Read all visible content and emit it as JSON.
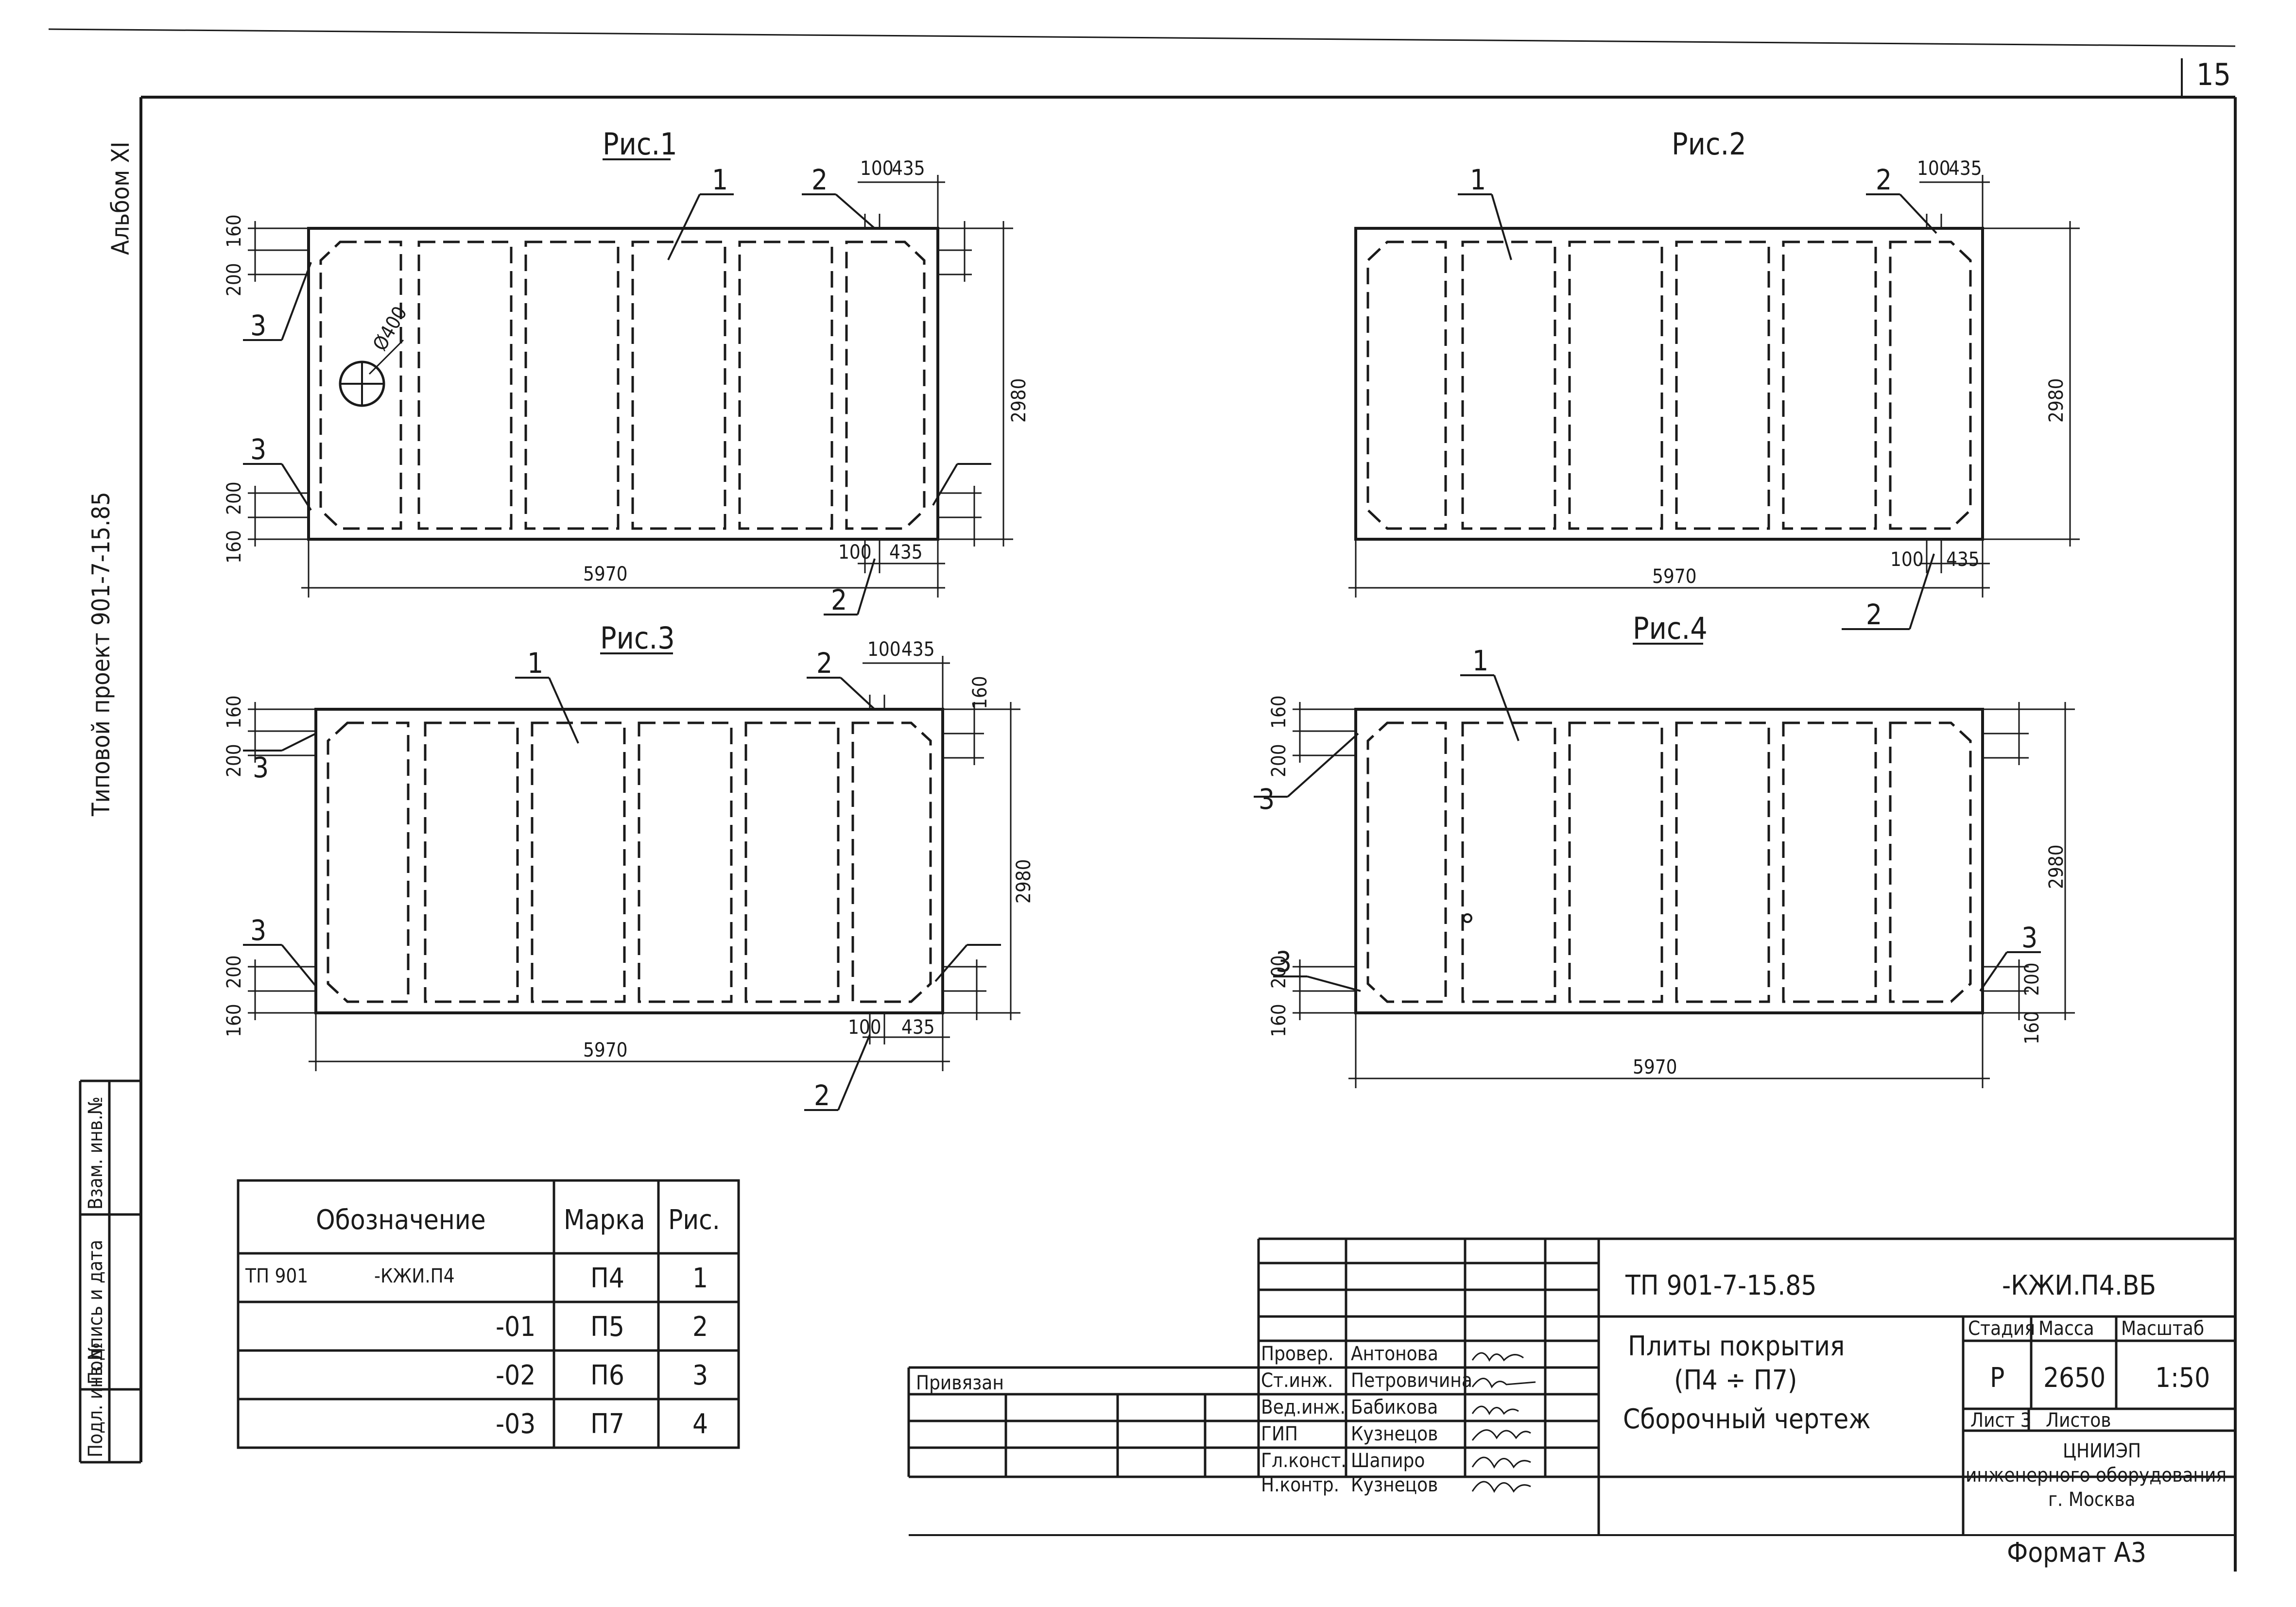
{
  "sheet": {
    "page_number": "15"
  },
  "side_labels": {
    "album": "Альбом XI",
    "project": "Типовой проект 901-7-15.85",
    "cols": [
      "Взам. инв.№",
      "Подпись и дата",
      "Подл. инв.№"
    ]
  },
  "figures": [
    {
      "title": "Рис.1",
      "callouts": [
        "1",
        "2",
        "3",
        "3",
        "2"
      ],
      "dims": {
        "width": "5970",
        "height": "2980",
        "hole": "Ø400",
        "a": "100",
        "b": "435",
        "c": "160",
        "d": "200"
      }
    },
    {
      "title": "Рис.2",
      "callouts": [
        "1",
        "2",
        "2"
      ],
      "dims": {
        "width": "5970",
        "height": "2980",
        "a": "100",
        "b": "435"
      }
    },
    {
      "title": "Рис.3",
      "callouts": [
        "1",
        "2",
        "3",
        "3",
        "2"
      ],
      "dims": {
        "width": "5970",
        "height": "2980",
        "a": "100",
        "b": "435",
        "c": "160",
        "d": "200"
      }
    },
    {
      "title": "Рис.4",
      "callouts": [
        "1",
        "3",
        "3",
        "3"
      ],
      "dims": {
        "width": "5970",
        "height": "2980",
        "c": "160",
        "d": "200"
      }
    }
  ],
  "spec_table": {
    "headers": [
      "Обозначение",
      "Марка",
      "Рис."
    ],
    "rows": [
      {
        "prefix": "ТП 901",
        "designation": "-КЖИ.П4",
        "mark": "П4",
        "fig": "1"
      },
      {
        "prefix": "",
        "designation": "-01",
        "mark": "П5",
        "fig": "2"
      },
      {
        "prefix": "",
        "designation": "-02",
        "mark": "П6",
        "fig": "3"
      },
      {
        "prefix": "",
        "designation": "-03",
        "mark": "П7",
        "fig": "4"
      }
    ]
  },
  "title_block": {
    "bound": "Привязан",
    "doc_code": "ТП 901-7-15.85",
    "doc_suffix": "-КЖИ.П4.ВБ",
    "title_line1": "Плиты покрытия",
    "title_line2": "(П4 ÷ П7)",
    "title_line3": "Сборочный чертеж",
    "roles": [
      {
        "role": "Провер.",
        "name": "Антонова"
      },
      {
        "role": "Ст.инж.",
        "name": "Петровичина"
      },
      {
        "role": "Вед.инж.",
        "name": "Бабикова"
      },
      {
        "role": "ГИП",
        "name": "Кузнецов"
      },
      {
        "role": "Гл.конст.",
        "name": "Шапиро"
      },
      {
        "role": "Н.контр.",
        "name": "Кузнецов"
      }
    ],
    "stage_header": "Стадия",
    "mass_header": "Масса",
    "scale_header": "Масштаб",
    "stage": "Р",
    "mass": "2650",
    "scale": "1:50",
    "sheet_label": "Лист 3",
    "sheets_label": "Листов",
    "org_line1": "ЦНИИЭП",
    "org_line2": "инженерного оборудования",
    "org_line3": "г. Москва",
    "format": "Формат А3"
  }
}
